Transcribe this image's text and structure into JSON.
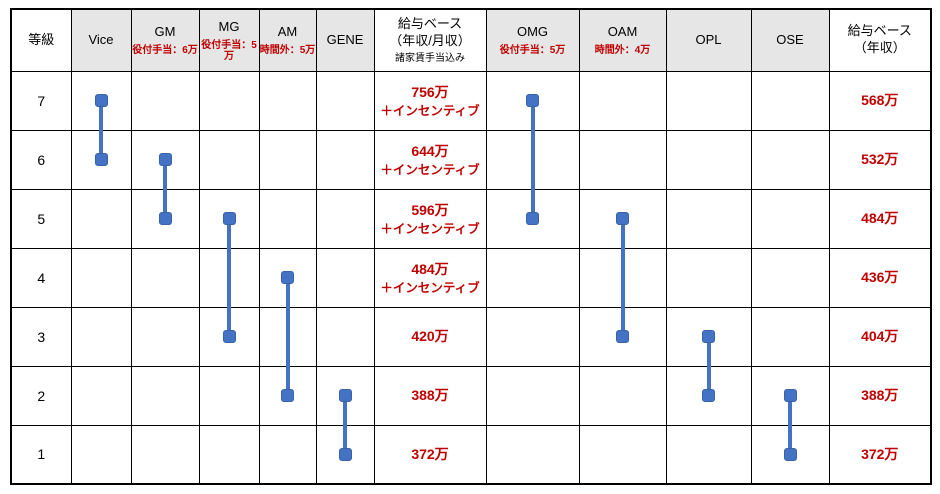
{
  "page": {
    "background": "#ffffff"
  },
  "table": {
    "headers": {
      "grade": "等級",
      "salary_monthly": {
        "line1": "給与ベース",
        "line2": "（年収/月収）",
        "note": "諸家賃手当込み"
      },
      "salary_annual": {
        "line1": "給与ベース",
        "line2": "（年収）"
      }
    },
    "position_headers": [
      {
        "key": "Vice",
        "label": "Vice",
        "note": ""
      },
      {
        "key": "GM",
        "label": "GM",
        "note": "役付手当：6万"
      },
      {
        "key": "MG",
        "label": "MG",
        "note": "役付手当：5万"
      },
      {
        "key": "AM",
        "label": "AM",
        "note": "時間外：5万"
      },
      {
        "key": "GENE",
        "label": "GENE",
        "note": ""
      },
      {
        "key": "OMG",
        "label": "OMG",
        "note": "役付手当：5万"
      },
      {
        "key": "OAM",
        "label": "OAM",
        "note": "時間外：4万"
      },
      {
        "key": "OPL",
        "label": "OPL",
        "note": ""
      },
      {
        "key": "OSE",
        "label": "OSE",
        "note": ""
      }
    ],
    "rows": [
      {
        "grade": "7",
        "salary_monthly": "756万",
        "salary_monthly_extra": "＋インセンティブ",
        "salary_annual": "568万"
      },
      {
        "grade": "6",
        "salary_monthly": "644万",
        "salary_monthly_extra": "＋インセンティブ",
        "salary_annual": "532万"
      },
      {
        "grade": "5",
        "salary_monthly": "596万",
        "salary_monthly_extra": "＋インセンティブ",
        "salary_annual": "484万"
      },
      {
        "grade": "4",
        "salary_monthly": "484万",
        "salary_monthly_extra": "＋インセンティブ",
        "salary_annual": "436万"
      },
      {
        "grade": "3",
        "salary_monthly": "420万",
        "salary_monthly_extra": "",
        "salary_annual": "404万"
      },
      {
        "grade": "2",
        "salary_monthly": "388万",
        "salary_monthly_extra": "",
        "salary_annual": "388万"
      },
      {
        "grade": "1",
        "salary_monthly": "372万",
        "salary_monthly_extra": "",
        "salary_annual": "372万"
      }
    ]
  },
  "bars": [
    {
      "col": "Vice",
      "from": 7,
      "to": 6
    },
    {
      "col": "GM",
      "from": 6,
      "to": 5
    },
    {
      "col": "MG",
      "from": 5,
      "to": 3
    },
    {
      "col": "AM",
      "from": 4,
      "to": 2
    },
    {
      "col": "GENE",
      "from": 2,
      "to": 1
    },
    {
      "col": "OMG",
      "from": 7,
      "to": 5
    },
    {
      "col": "OAM",
      "from": 5,
      "to": 3
    },
    {
      "col": "OPL",
      "from": 3,
      "to": 2
    },
    {
      "col": "OSE",
      "from": 2,
      "to": 1
    }
  ],
  "colors": {
    "bar": "#4472c4",
    "accent_red": "#c00000",
    "header_gray": "#e7e6e6",
    "grid": "#000000"
  },
  "chart_data": {
    "type": "table",
    "title": "",
    "grades": [
      7,
      6,
      5,
      4,
      3,
      2,
      1
    ],
    "position_grade_ranges": [
      {
        "position": "Vice",
        "grade_min": 6,
        "grade_max": 7
      },
      {
        "position": "GM",
        "grade_min": 5,
        "grade_max": 6
      },
      {
        "position": "MG",
        "grade_min": 3,
        "grade_max": 5
      },
      {
        "position": "AM",
        "grade_min": 2,
        "grade_max": 4
      },
      {
        "position": "GENE",
        "grade_min": 1,
        "grade_max": 2
      },
      {
        "position": "OMG",
        "grade_min": 5,
        "grade_max": 7
      },
      {
        "position": "OAM",
        "grade_min": 3,
        "grade_max": 5
      },
      {
        "position": "OPL",
        "grade_min": 2,
        "grade_max": 3
      },
      {
        "position": "OSE",
        "grade_min": 1,
        "grade_max": 2
      }
    ],
    "salary_base_by_grade": [
      {
        "grade": 7,
        "annual_monthly": "756万＋インセンティブ",
        "annual": "568万"
      },
      {
        "grade": 6,
        "annual_monthly": "644万＋インセンティブ",
        "annual": "532万"
      },
      {
        "grade": 5,
        "annual_monthly": "596万＋インセンティブ",
        "annual": "484万"
      },
      {
        "grade": 4,
        "annual_monthly": "484万＋インセンティブ",
        "annual": "436万"
      },
      {
        "grade": 3,
        "annual_monthly": "420万",
        "annual": "404万"
      },
      {
        "grade": 2,
        "annual_monthly": "388万",
        "annual": "388万"
      },
      {
        "grade": 1,
        "annual_monthly": "372万",
        "annual": "372万"
      }
    ],
    "allowance_notes": [
      {
        "position": "GM",
        "note": "役付手当：6万"
      },
      {
        "position": "MG",
        "note": "役付手当：5万"
      },
      {
        "position": "AM",
        "note": "時間外：5万"
      },
      {
        "position": "OMG",
        "note": "役付手当：5万"
      },
      {
        "position": "OAM",
        "note": "時間外：4万"
      }
    ],
    "notes": [
      "諸家賃手当込み"
    ]
  }
}
